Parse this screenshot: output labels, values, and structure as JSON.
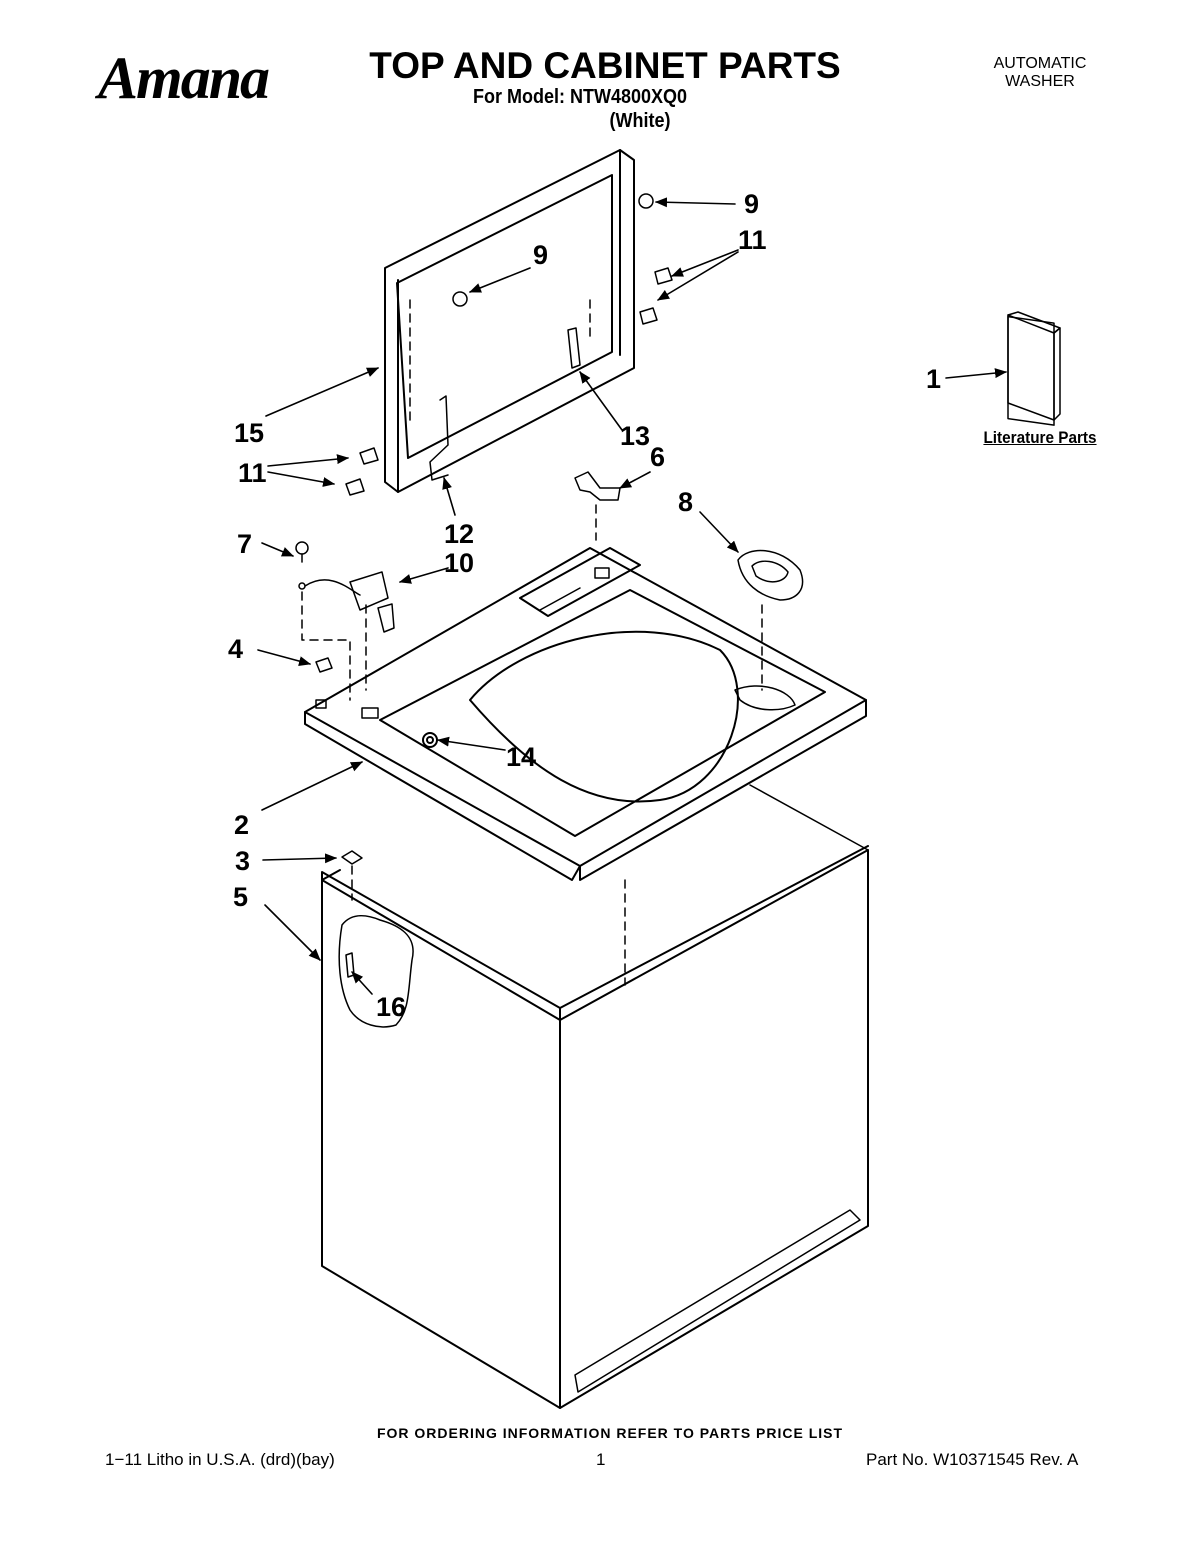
{
  "header": {
    "brand": "Amana",
    "title": "TOP AND CABINET PARTS",
    "model_line": "For Model: NTW4800XQ0",
    "color_line": "(White)",
    "product_line1": "AUTOMATIC",
    "product_line2": "WASHER"
  },
  "literature": {
    "label": "Literature Parts"
  },
  "callouts": {
    "c1": "1",
    "c2": "2",
    "c3": "3",
    "c4": "4",
    "c5": "5",
    "c6": "6",
    "c7": "7",
    "c8": "8",
    "c9a": "9",
    "c9b": "9",
    "c10": "10",
    "c11a": "11",
    "c11b": "11",
    "c12": "12",
    "c13": "13",
    "c14": "14",
    "c15": "15",
    "c16": "16"
  },
  "footer": {
    "ordering": "FOR ORDERING INFORMATION REFER TO PARTS PRICE LIST",
    "litho": "1−11 Litho in U.S.A. (drd)(bay)",
    "page": "1",
    "part_no": "Part No. W10371545 Rev. A"
  }
}
